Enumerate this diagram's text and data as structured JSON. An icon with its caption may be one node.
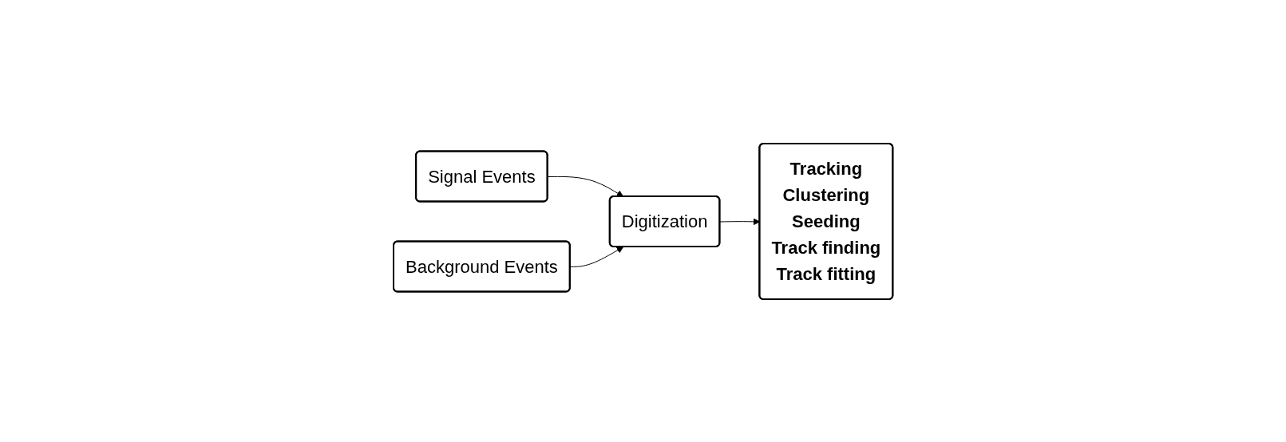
{
  "diagram": {
    "nodes": [
      {
        "text": [
          "Signal Events"
        ]
      },
      {
        "text": [
          "Background Events"
        ]
      },
      {
        "text": [
          "Digitization"
        ]
      },
      {
        "text": [
          "Tracking",
          "Clustering",
          "Seeding",
          "Track finding",
          "Track fitting"
        ]
      }
    ],
    "edges": [
      {
        "from": 0,
        "to": 2,
        "arrow": "to"
      },
      {
        "from": 1,
        "to": 2,
        "arrow": "to"
      },
      {
        "from": 2,
        "to": 3,
        "arrow": "to"
      }
    ]
  }
}
